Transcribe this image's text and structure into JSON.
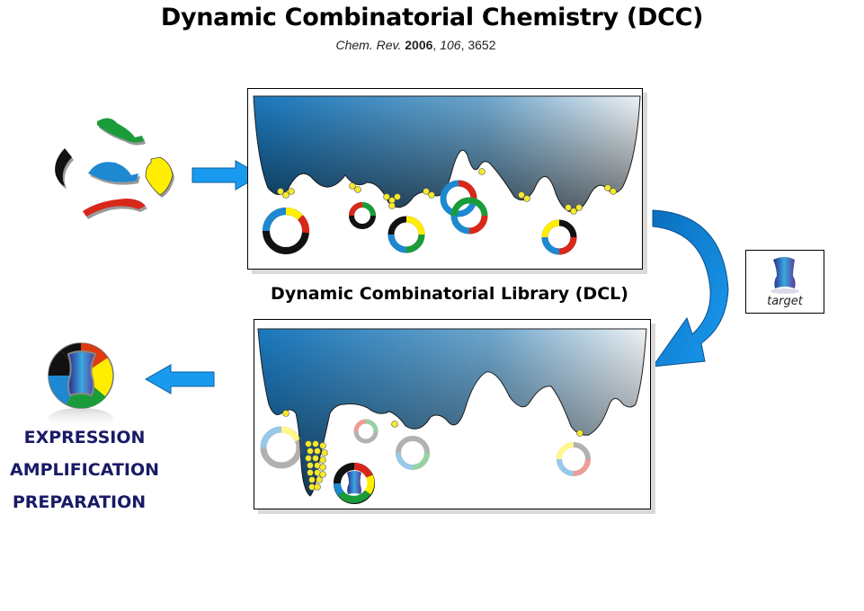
{
  "title": "Dynamic Combinatorial Chemistry (DCC)",
  "citation": {
    "journal": "Chem. Rev.",
    "year": "2006",
    "volume": "106",
    "page": "3652",
    "sep1": " ",
    "sep2": ", ",
    "sep3": ", "
  },
  "building_blocks": {
    "colors": [
      "#1a9c3a",
      "#111111",
      "#1e88d0",
      "#ffee00",
      "#d8281a"
    ]
  },
  "panels": {
    "library_label": "Dynamic Combinatorial Library (DCL)",
    "top": {
      "state": "equilibrium"
    },
    "bottom": {
      "state": "target-bound"
    }
  },
  "target": {
    "label": "target",
    "icon": "target-receptor-icon"
  },
  "outcomes": [
    "EXPRESSION",
    "AMPLIFICATION",
    "PREPARATION"
  ],
  "colors": {
    "arrow": "#1a9aee",
    "arrow_dark": "#0a6fbf",
    "landscape_top": "#1e7fc0",
    "landscape_bottom": "#333333",
    "outcome_text": "#1a1a66",
    "ball": "#f5ea2a"
  }
}
